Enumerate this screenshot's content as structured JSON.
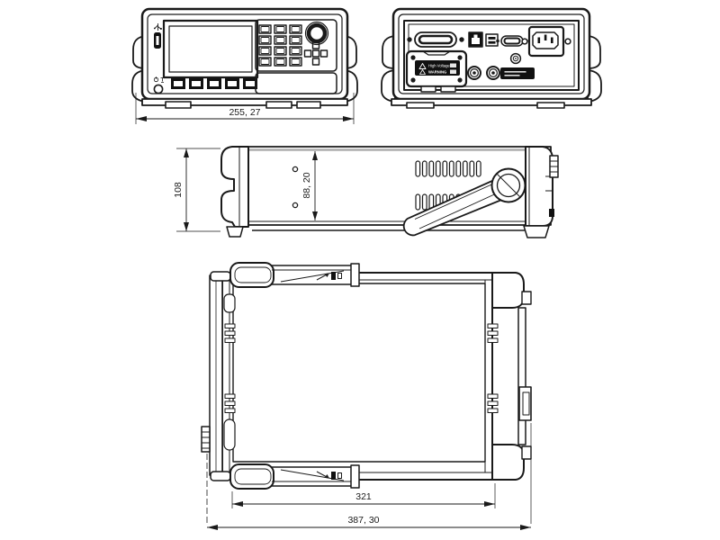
{
  "drawing": {
    "colors": {
      "background": "#ffffff",
      "line": "#1a1a1a",
      "panel_dark": "#111111",
      "chassis_edge_gray": "#adadad"
    },
    "dimensions": {
      "front_width": "255, 27",
      "side_height": "108",
      "side_chassis_height": "88, 20",
      "top_chassis_depth": "321",
      "top_overall_depth": "387, 30"
    },
    "rear_warning_label": {
      "line1": "High Voltage",
      "line2": "WARNING"
    },
    "icons": {
      "usb_icon": "usb-trident",
      "power_icon": "power-circle-line",
      "ground_icon": "ground-tee",
      "warning_triangle_icon": "triangle-exclamation",
      "ground_screw_icon": "concentric-circles"
    }
  }
}
